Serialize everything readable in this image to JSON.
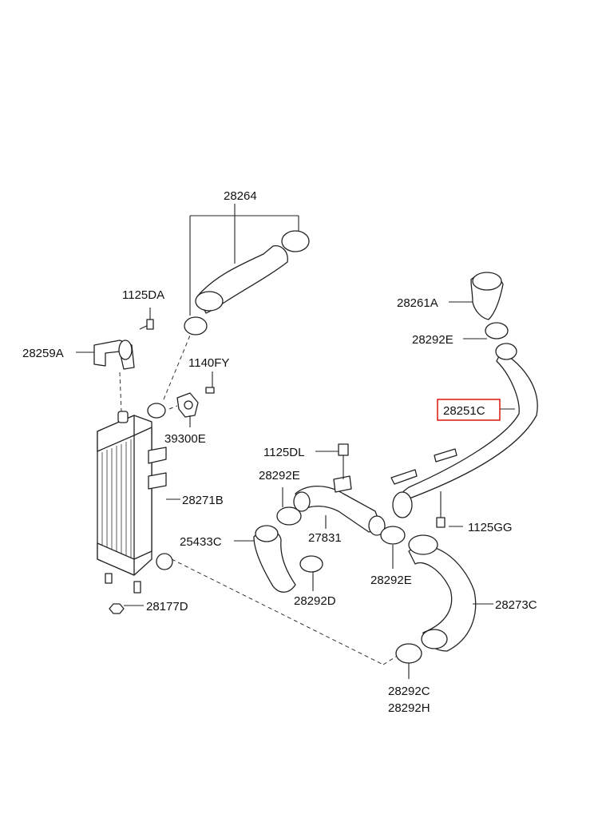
{
  "labels": {
    "l28264": "28264",
    "l1125DA": "1125DA",
    "l28259A": "28259A",
    "l1140FY": "1140FY",
    "l39300E": "39300E",
    "l28261A": "28261A",
    "l28292E_a": "28292E",
    "l28251C": "28251C",
    "l1125DL": "1125DL",
    "l28292E_b": "28292E",
    "l28271B": "28271B",
    "l27831": "27831",
    "l1125GG": "1125GG",
    "l25433C": "25433C",
    "l28292E_c": "28292E",
    "l28292D": "28292D",
    "l28273C": "28273C",
    "l28177D": "28177D",
    "l28292C": "28292C",
    "l28292H": "28292H"
  },
  "highlight": {
    "part": "28251C",
    "color": "#e0241b"
  }
}
